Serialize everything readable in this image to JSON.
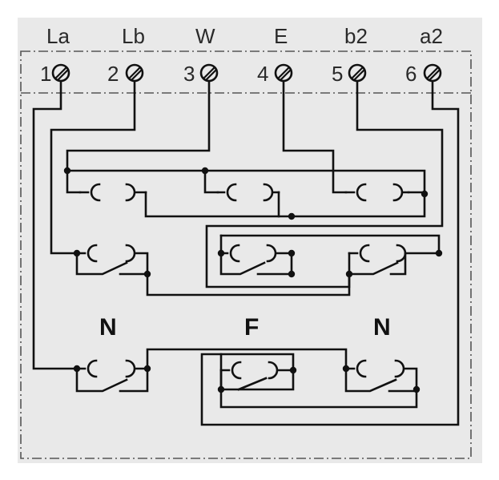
{
  "terminals": [
    {
      "label": "La",
      "number": "1"
    },
    {
      "label": "Lb",
      "number": "2"
    },
    {
      "label": "W",
      "number": "3"
    },
    {
      "label": "E",
      "number": "4"
    },
    {
      "label": "b2",
      "number": "5"
    },
    {
      "label": "a2",
      "number": "6"
    }
  ],
  "switch_labels": {
    "left": "N",
    "middle": "F",
    "right": "N"
  },
  "colors": {
    "background": "#e9e9e9",
    "line": "#111111"
  }
}
